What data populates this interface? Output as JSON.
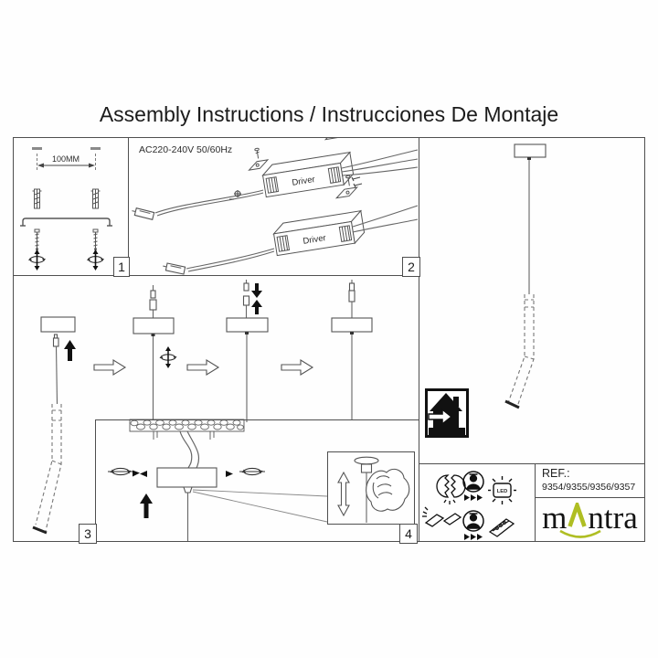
{
  "title": "Assembly Instructions / Instrucciones De Montaje",
  "colors": {
    "accent_green": "#afbe23",
    "line": "#4f4f4f",
    "ink": "#141414"
  },
  "panel1": {
    "label": "1",
    "dimension": "100MM"
  },
  "panel2": {
    "label": "2",
    "voltage": "AC220-240V 50/60Hz",
    "driver_label": "Driver"
  },
  "panel3": {
    "label": "3"
  },
  "panel4": {
    "label": "4"
  },
  "right_panel": {
    "house_icon": "indoor-installation-house-arrow"
  },
  "safety_icons": {
    "led_text": "LED",
    "names": [
      "broken-lamp-icon",
      "service-person-icon",
      "led-glow-icon",
      "broken-module-icon",
      "service-person-icon",
      "led-module-icon"
    ]
  },
  "info": {
    "ref_label": "REF.:",
    "ref_numbers": "9354/9355/9356/9357",
    "brand_m": "m",
    "brand_ntra": "ntra"
  }
}
